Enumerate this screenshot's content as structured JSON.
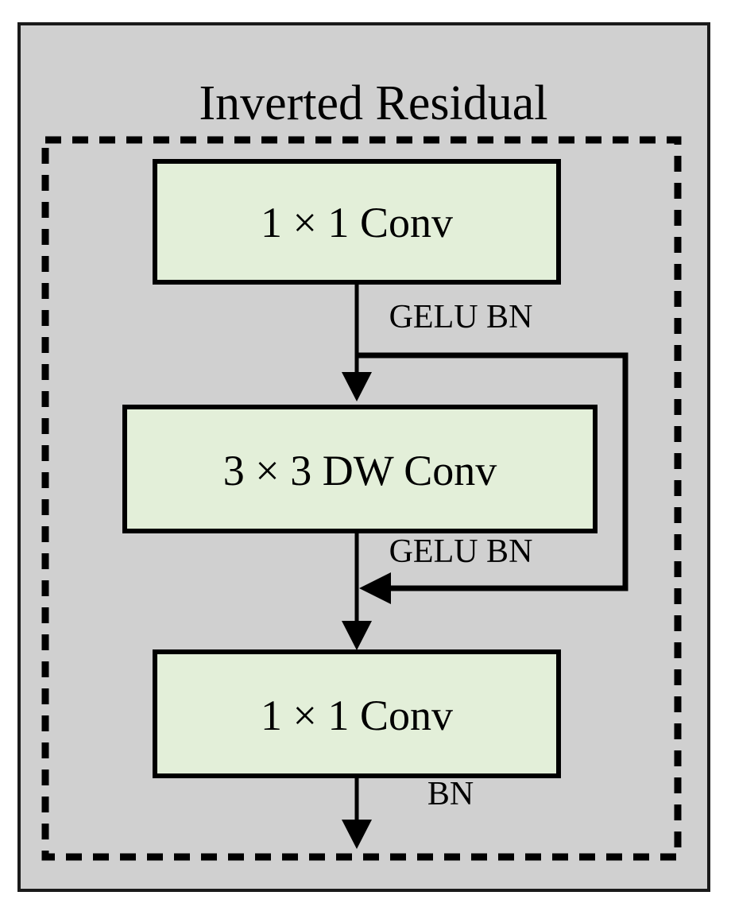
{
  "figure": {
    "title": "Inverted Residual",
    "background_color": "#d0d0d0",
    "node_fill_color": "#e3efd9",
    "stroke_color": "#000000",
    "group_border_style": "dashed"
  },
  "nodes": [
    {
      "id": "conv1",
      "label": "1 × 1 Conv"
    },
    {
      "id": "dwconv",
      "label": "3 × 3 DW Conv"
    },
    {
      "id": "conv2",
      "label": "1 × 1 Conv"
    }
  ],
  "edge_labels": [
    {
      "id": "e1",
      "label": "GELU BN"
    },
    {
      "id": "e2",
      "label": "GELU BN"
    },
    {
      "id": "e3",
      "label": "BN"
    }
  ],
  "connections": [
    {
      "from": "conv1",
      "to": "dwconv",
      "label": "GELU BN",
      "kind": "arrow-down"
    },
    {
      "from": "conv1",
      "to": "merge",
      "label": "",
      "kind": "skip-residual"
    },
    {
      "from": "dwconv",
      "to": "conv2",
      "label": "GELU BN",
      "kind": "arrow-down"
    },
    {
      "from": "conv2",
      "to": "output",
      "label": "BN",
      "kind": "arrow-down"
    }
  ]
}
